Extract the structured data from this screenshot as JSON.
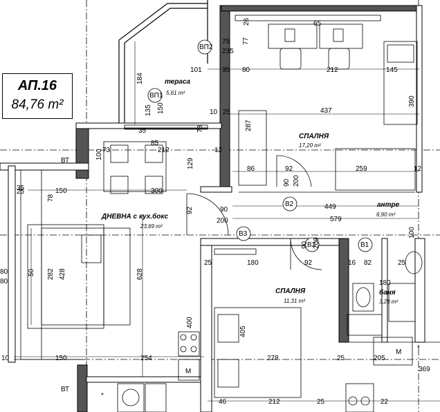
{
  "apartment": {
    "title": "АП.16",
    "area": "84,76 m²"
  },
  "rooms": [
    {
      "name": "тераса",
      "area": "5,61 m²"
    },
    {
      "name": "СПАЛНЯ",
      "area": "17,20 m²"
    },
    {
      "name": "ДНЕВНА с кух.бокс",
      "area": "23,69 m²"
    },
    {
      "name": "антре",
      "area": "6,90 m²"
    },
    {
      "name": "СПАЛНЯ",
      "area": "11,31 m²"
    },
    {
      "name": "баня",
      "area": "3,28 m²"
    }
  ],
  "tags": [
    "ВП2",
    "ВП1",
    "В3",
    "В2",
    "В2",
    "В1",
    "ВТ",
    "ВТ",
    "М",
    "М"
  ],
  "dimensions": [
    "65",
    "75",
    "235",
    "26",
    "77",
    "101",
    "35",
    "80",
    "212",
    "145",
    "184",
    "135",
    "150",
    "437",
    "390",
    "287",
    "86",
    "92",
    "259",
    "12",
    "10",
    "25",
    "35",
    "78",
    "85",
    "212",
    "129",
    "73",
    "100",
    "12",
    "150",
    "78",
    "300",
    "90",
    "200",
    "449",
    "579",
    "92",
    "90",
    "200",
    "100",
    "628",
    "50",
    "282",
    "428",
    "180",
    "25",
    "90",
    "200",
    "92",
    "16",
    "82",
    "25",
    "180",
    "405",
    "278",
    "400",
    "254",
    "150",
    "10",
    "205",
    "25",
    "369",
    "46",
    "212",
    "80",
    "80",
    "25",
    "35",
    "25",
    "22"
  ],
  "symbols": [
    "*",
    "*"
  ]
}
